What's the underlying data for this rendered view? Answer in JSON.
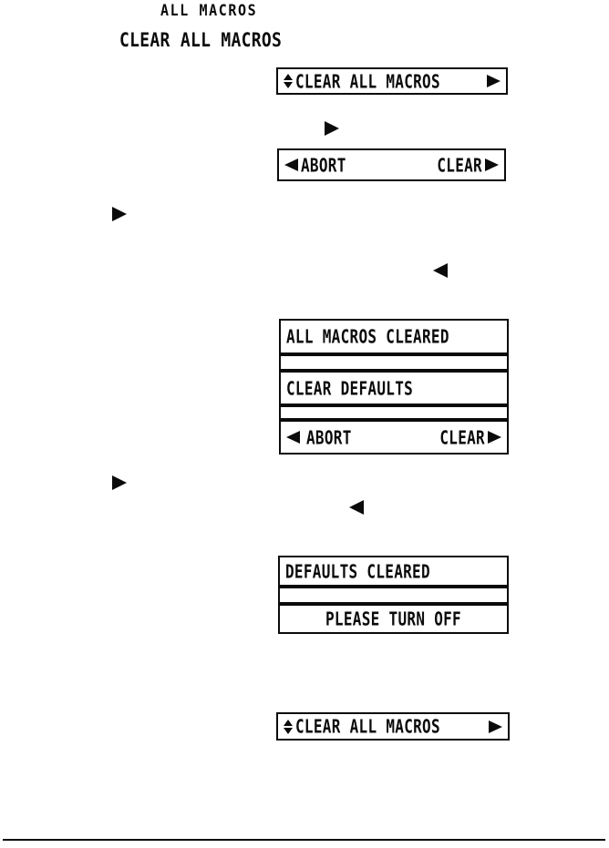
{
  "colors": {
    "ink": "#0b0b0b",
    "paper": "#ffffff"
  },
  "icons": {
    "right_arrow": "black right-pointing triangle",
    "left_arrow": "black left-pointing triangle",
    "up_down_arrow": "stacked up and down triangles (item-select indicator)"
  },
  "header": {
    "menu_label": "ALL MACROS",
    "section_title": "CLEAR ALL MACROS"
  },
  "lcd_select_top": {
    "label": "CLEAR ALL MACROS"
  },
  "lcd_confirm_top": {
    "abort": "ABORT",
    "clear": "CLEAR"
  },
  "lcd_macros_cleared": {
    "status": "ALL MACROS CLEARED",
    "menu": "CLEAR DEFAULTS",
    "abort": "ABORT",
    "clear": "CLEAR"
  },
  "lcd_defaults_cleared": {
    "status": "DEFAULTS CLEARED",
    "prompt": "PLEASE TURN OFF"
  },
  "lcd_select_bottom": {
    "label": "CLEAR ALL MACROS"
  }
}
